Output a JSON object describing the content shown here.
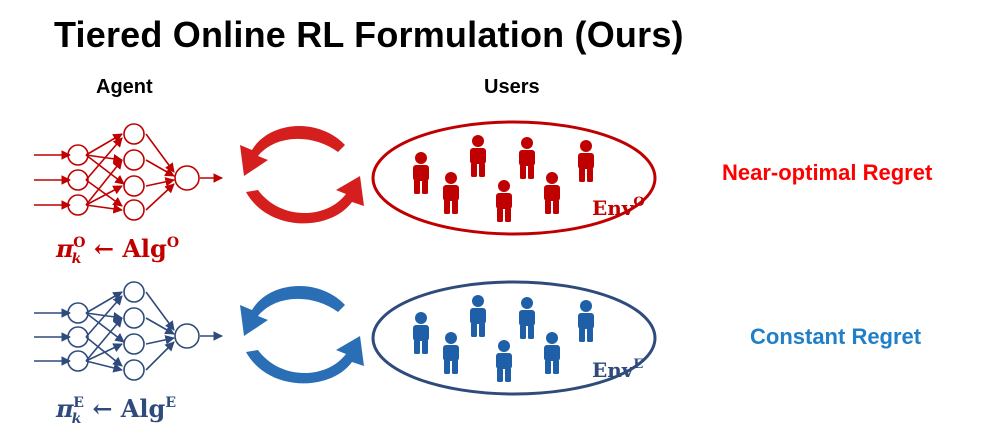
{
  "title": "Tiered Online RL Formulation (Ours)",
  "headers": {
    "agent": "Agent",
    "users": "Users"
  },
  "rows": [
    {
      "policy_symbol": "π",
      "policy_sub": "k",
      "policy_sup": "O",
      "arrow": "←",
      "alg": "Alg",
      "alg_sup": "O",
      "env": "Env",
      "env_sup": "O",
      "regret": "Near-optimal Regret",
      "color": "#c00000"
    },
    {
      "policy_symbol": "π",
      "policy_sub": "k",
      "policy_sup": "E",
      "arrow": "←",
      "alg": "Alg",
      "alg_sup": "E",
      "env": "Env",
      "env_sup": "E",
      "regret": "Constant Regret",
      "color": "#2f4b7c"
    }
  ],
  "colors": {
    "red_network": "#c00000",
    "red_users": "#c00000",
    "red_regret": "#ff0000",
    "blue_network": "#2f4b7c",
    "blue_users": "#1f5fa8",
    "blue_regret": "#1f7fc8"
  }
}
